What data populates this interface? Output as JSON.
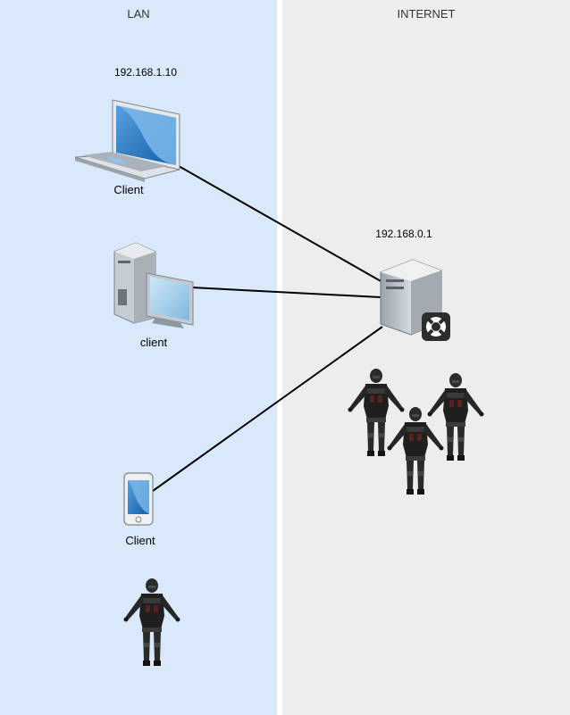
{
  "zones": {
    "lan": {
      "title": "LAN"
    },
    "internet": {
      "title": "INTERNET"
    }
  },
  "nodes": {
    "laptop": {
      "ip": "192.168.1.10",
      "label": "Client",
      "icon": "laptop-icon"
    },
    "desktop": {
      "label": "client",
      "icon": "desktop-computer-icon"
    },
    "phone": {
      "label": "Client",
      "icon": "smartphone-icon"
    },
    "server": {
      "ip": "192.168.0.1",
      "icon": "server-icon",
      "badge_icon": "lifebuoy-icon"
    }
  },
  "figures": {
    "icon": "armored-soldier-icon"
  },
  "colors": {
    "lan_bg": "#d9e8fb",
    "internet_bg": "#ededed",
    "link": "#000000"
  }
}
